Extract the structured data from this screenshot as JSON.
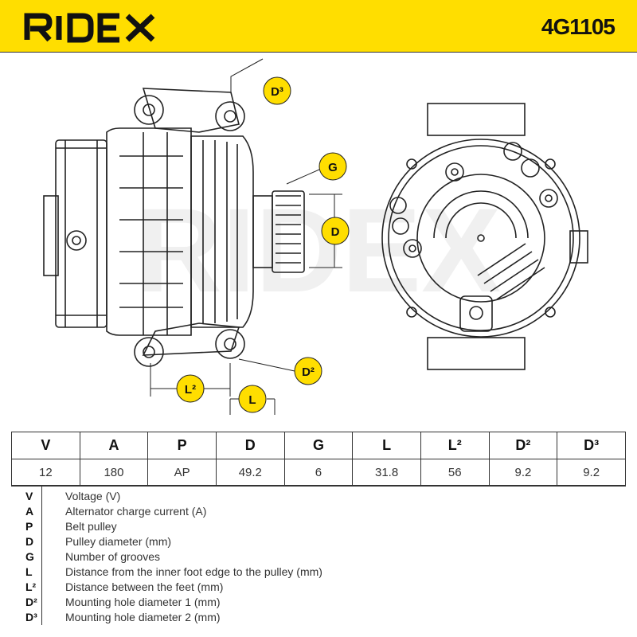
{
  "header": {
    "brand": "RIDEX",
    "part_number": "4G1105",
    "background_color": "#ffde00"
  },
  "drawing": {
    "callouts": {
      "d3": "D³",
      "g": "G",
      "d": "D",
      "d2": "D²",
      "l2": "L²",
      "l": "L"
    }
  },
  "spec_table": {
    "headers": [
      "V",
      "A",
      "P",
      "D",
      "G",
      "L",
      "L²",
      "D²",
      "D³"
    ],
    "values": [
      "12",
      "180",
      "AP",
      "49.2",
      "6",
      "31.8",
      "56",
      "9.2",
      "9.2"
    ]
  },
  "legend": [
    {
      "symbol": "V",
      "description": "Voltage (V)"
    },
    {
      "symbol": "A",
      "description": "Alternator charge current (A)"
    },
    {
      "symbol": "P",
      "description": "Belt pulley"
    },
    {
      "symbol": "D",
      "description": "Pulley diameter (mm)"
    },
    {
      "symbol": "G",
      "description": "Number of grooves"
    },
    {
      "symbol": "L",
      "description": "Distance from the inner foot edge to the pulley (mm)"
    },
    {
      "symbol": "L²",
      "description": "Distance between the feet (mm)"
    },
    {
      "symbol": "D²",
      "description": "Mounting hole diameter 1 (mm)"
    },
    {
      "symbol": "D³",
      "description": "Mounting hole diameter 2 (mm)"
    }
  ]
}
